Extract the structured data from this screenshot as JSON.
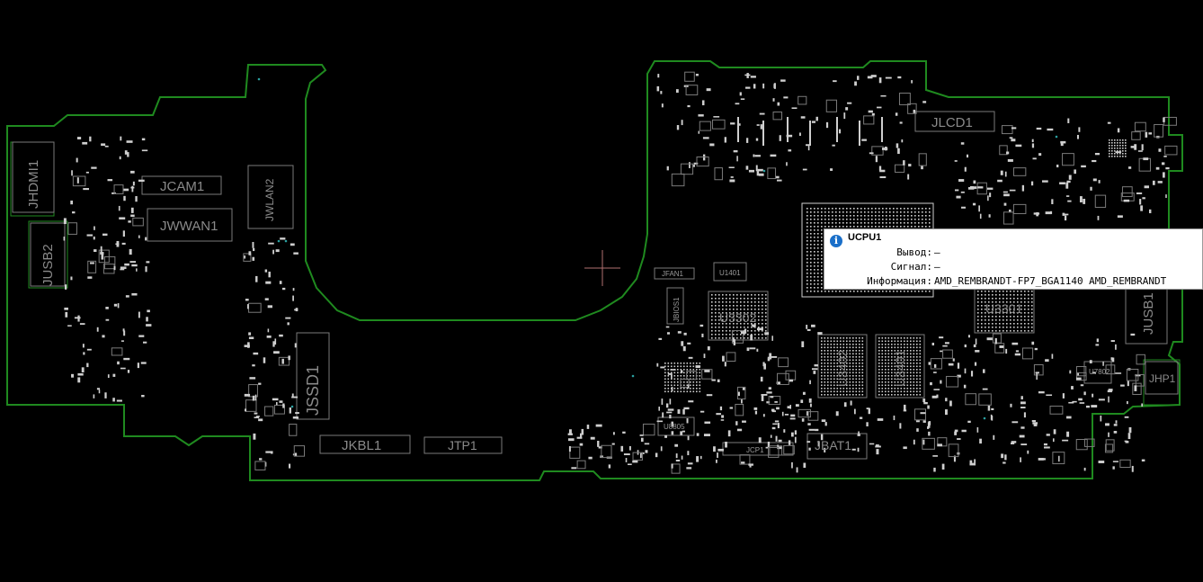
{
  "board": {
    "components": {
      "jhdmi1": "JHDMI1",
      "jusb2": "JUSB2",
      "jcam1": "JCAM1",
      "jwwan1": "JWWAN1",
      "jwlan2": "JWLAN2",
      "jssd1": "JSSD1",
      "jkbl1": "JKBL1",
      "jtp1": "JTP1",
      "jlcd1": "JLCD1",
      "jfan1": "JFAN1",
      "u1401": "U1401",
      "jbios1": "JBIOS1",
      "u3302": "U3302",
      "u3402": "U3402",
      "u3401": "U3401",
      "u3301": "U3301",
      "jusb1": "JUSB1",
      "jhp1": "JHP1",
      "u8805": "U8805",
      "jcp1": "JCP1",
      "jbat1": "JBAT1",
      "u7802": "U7802"
    },
    "colors": {
      "background": "#000000",
      "outline": "#1f8a1f",
      "silkscreen": "#8a8a8a",
      "pads": "#cfcfcf",
      "vias": "#2aa0a0",
      "crosshair": "#b07070"
    }
  },
  "tooltip": {
    "icon": "info-icon",
    "title": "UCPU1",
    "rows": [
      {
        "key": "Вывод:",
        "value": "—"
      },
      {
        "key": "Сигнал:",
        "value": "—"
      },
      {
        "key": "Информация:",
        "value": "AMD_REMBRANDT-FP7_BGA1140 AMD_REMBRANDT"
      }
    ]
  }
}
